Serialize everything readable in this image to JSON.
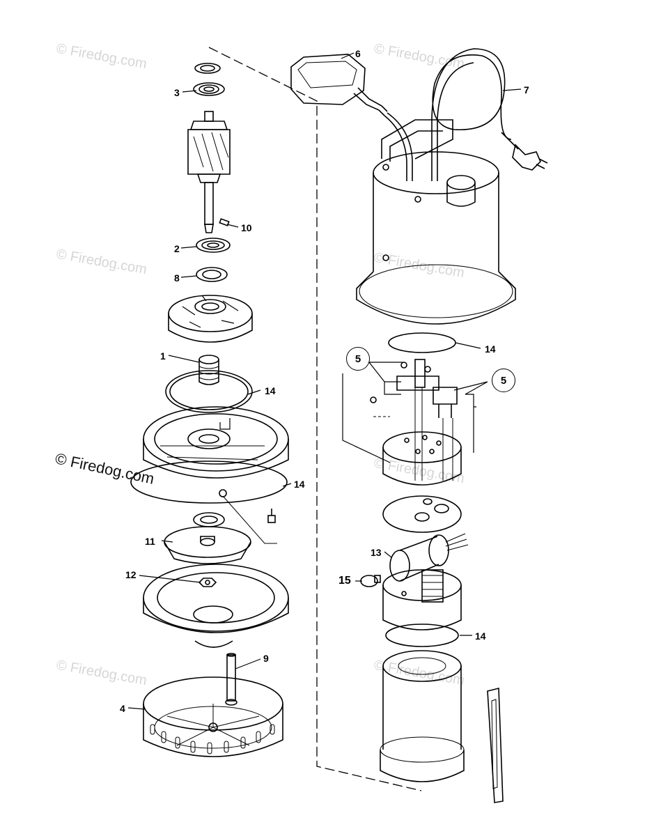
{
  "watermark": {
    "faint": "© Firedog.com",
    "main": "© Firedog.com"
  },
  "callouts": {
    "c1": "1",
    "c2": "2",
    "c3": "3",
    "c4": "4",
    "c5a": "5",
    "c5b": "5",
    "c6": "6",
    "c7": "7",
    "c8": "8",
    "c9": "9",
    "c10": "10",
    "c11": "11",
    "c12": "12",
    "c13": "13",
    "c14a": "14",
    "c14b": "14",
    "c14c": "14",
    "c14d": "14",
    "c15": "15"
  }
}
